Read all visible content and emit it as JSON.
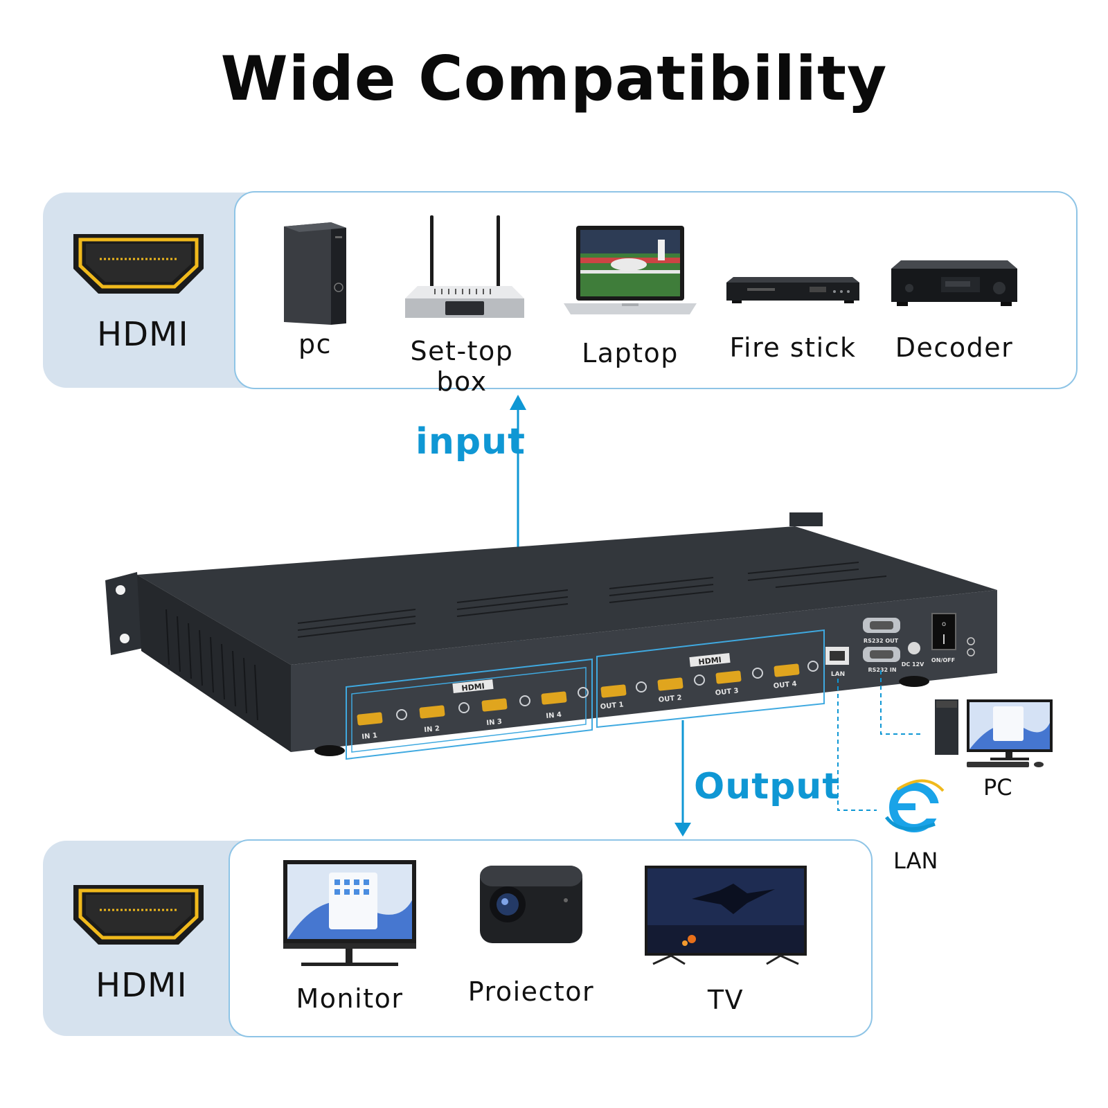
{
  "title": "Wide Compatibility",
  "input_section": {
    "connector_label": "HDMI",
    "devices": [
      {
        "label": "pc",
        "icon": "pc-tower-icon"
      },
      {
        "label": "Set-top box",
        "icon": "router-icon"
      },
      {
        "label": "Laptop",
        "icon": "laptop-icon"
      },
      {
        "label": "Fire stick",
        "icon": "dvd-player-icon"
      },
      {
        "label": "Decoder",
        "icon": "decoder-icon"
      }
    ]
  },
  "output_section": {
    "connector_label": "HDMI",
    "devices": [
      {
        "label": "Monitor",
        "icon": "monitor-icon"
      },
      {
        "label": "Proiector",
        "icon": "projector-icon"
      },
      {
        "label": "TV",
        "icon": "tv-icon"
      }
    ]
  },
  "flow": {
    "input_label": "input",
    "output_label": "Output"
  },
  "matrix": {
    "brand": "HDMI",
    "inputs": [
      "IN 1",
      "IN 2",
      "IN 3",
      "IN 4"
    ],
    "outputs": [
      "OUT 1",
      "OUT 2",
      "OUT 3",
      "OUT 4"
    ],
    "ports": {
      "lan": "LAN",
      "rs232_out": "RS232 OUT",
      "rs232_in": "RS232 IN",
      "dc": "DC 12V",
      "power": "ON/OFF"
    }
  },
  "control": {
    "pc_label": "PC",
    "lan_label": "LAN"
  },
  "colors": {
    "accent": "#0f97d4",
    "band": "#d6e2ee",
    "panel_border": "#8ec4e6",
    "hdmi_gold": "#f0b91c",
    "device_dark": "#2b2f34"
  }
}
